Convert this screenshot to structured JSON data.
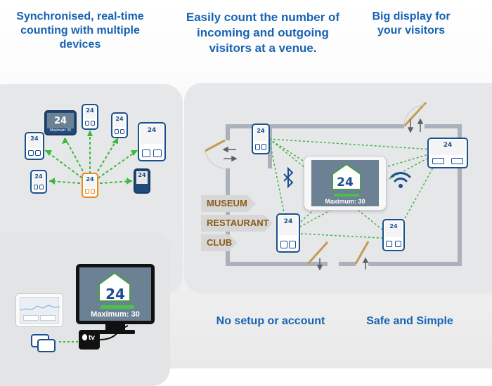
{
  "captions": {
    "sync": "Synchronised, real-time counting with multiple devices",
    "count": "Easily count the number of incoming and outgoing visitors at a venue.",
    "display": "Big display for your visitors",
    "nosetup": "No setup or account",
    "safe": "Safe and Simple"
  },
  "counter": {
    "value": "24",
    "maximum_label": "Maximum: 30"
  },
  "venue_signs": [
    "MUSEUM",
    "RESTAURANT",
    "CLUB"
  ],
  "apple_tv_label": "tv",
  "icons": [
    "bluetooth-icon",
    "wifi-icon",
    "apple-icon",
    "house-icon",
    "arrow-up-icon",
    "arrow-down-icon"
  ],
  "colors": {
    "accent": "#1763b4",
    "dashed_link": "#3cb83c",
    "door": "#c79a55",
    "wall": "#aab1bb",
    "screen": "#6c8193"
  }
}
